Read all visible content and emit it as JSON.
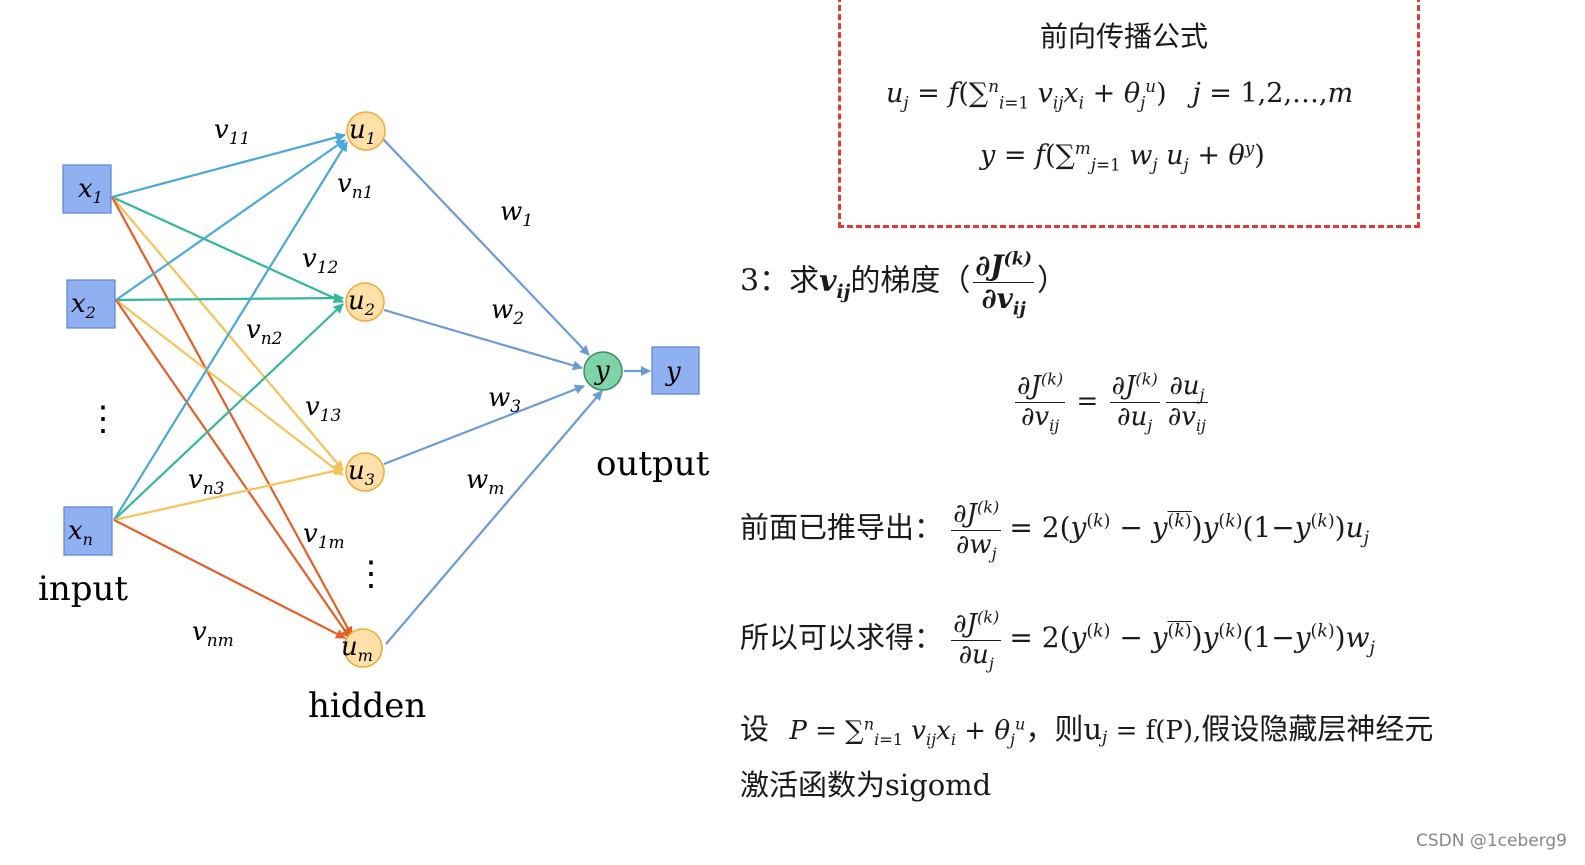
{
  "network": {
    "input_label": "input",
    "hidden_label": "hidden",
    "output_label": "output",
    "input_nodes": [
      "x",
      "x",
      "x"
    ],
    "input_subs": [
      "1",
      "2",
      "n"
    ],
    "hidden_nodes": [
      "u",
      "u",
      "u",
      "u"
    ],
    "hidden_subs": [
      "1",
      "2",
      "3",
      "m"
    ],
    "output_node": "y",
    "output_box": "y",
    "dots": "⋮",
    "edge_labels_v": [
      {
        "base": "v",
        "sub": "11"
      },
      {
        "base": "v",
        "sub": "n1"
      },
      {
        "base": "v",
        "sub": "12"
      },
      {
        "base": "v",
        "sub": "n2"
      },
      {
        "base": "v",
        "sub": "13"
      },
      {
        "base": "v",
        "sub": "n3"
      },
      {
        "base": "v",
        "sub": "1m"
      },
      {
        "base": "v",
        "sub": "nm"
      }
    ],
    "edge_labels_w": [
      {
        "base": "w",
        "sub": "1"
      },
      {
        "base": "w",
        "sub": "2"
      },
      {
        "base": "w",
        "sub": "3"
      },
      {
        "base": "w",
        "sub": "m"
      }
    ],
    "colors": {
      "input_fill": "#8fb1f2",
      "input_stroke": "#5b82d6",
      "hidden_fill": "#ffe0a8",
      "hidden_stroke": "#f0a93a",
      "output_fill": "#7fd3a8",
      "output_stroke": "#3a8f63",
      "edge_x1": "#4aa8dd",
      "edge_x2": "#33b79a",
      "edge_x3": "#f6c25a",
      "edge_xn": "#e4602a",
      "edge_w": "#6b9ad8"
    }
  },
  "formula_box": {
    "title": "前向传播公式",
    "eq1": "u_j = f(∑ v_ij x_i + θ_j^u)   j = 1,2,…,m",
    "eq2": "y = f(∑ w_j u_j + θ^y)",
    "border_color": "#e03a3a"
  },
  "derivation": {
    "step_prefix": "3：求",
    "step_var": "v",
    "step_var_sub": "ij",
    "step_suffix": "的梯度（",
    "step_close": "）",
    "frac_num": "∂J",
    "frac_sup": "(k)",
    "chain_rule": "∂J(k)/∂vij = ∂J(k)/∂uj · ∂uj/∂vij",
    "line1_label": "前面已推导出：",
    "line1_rhs": "= 2(y(k) − y(k))y(k)(1−y(k))u",
    "line1_end_sub": "j",
    "line2_label": "所以可以求得：",
    "line2_rhs": "= 2(y(k) − y(k))y(k)(1−y(k))w",
    "line2_end_sub": "j",
    "line3_prefix": "设",
    "line3_mid": "，则u",
    "line3_mid2": " = f(P),",
    "line3_suffix": "假设隐藏层神经元",
    "line4": "激活函数为sigomd"
  },
  "watermark": "CSDN @1ceberg9"
}
